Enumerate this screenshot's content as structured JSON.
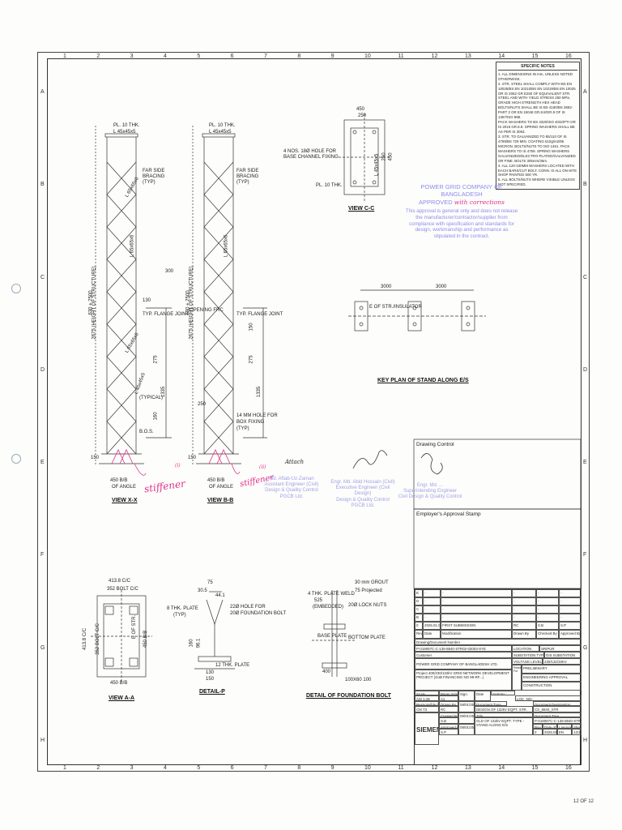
{
  "grid": {
    "numbers": [
      "1",
      "2",
      "3",
      "4",
      "5",
      "6",
      "7",
      "8",
      "9",
      "10",
      "11",
      "12",
      "13",
      "14",
      "15",
      "16"
    ],
    "letters": [
      "A",
      "B",
      "C",
      "D",
      "E",
      "F",
      "G",
      "H"
    ]
  },
  "notes": {
    "header": "SPECIFIC NOTES",
    "items": [
      "1. ALL DIMENSIONS IN mm, UNLESS NOTED OTHERWISE.",
      "2. STR. STEEL SHALL COMPLY WITH BS EN 10025/BS EN 10210/BS EN 10219/BS EN 10025 OR IS 2062 GR E250 OF EQUIVALENT STR. STEEL AND WITH YIELD STRESS 250 MPa.",
      "GRADE HIGH STRENGTH HEX HEAD BOLTS/NUTS SHALL BE IS BS 4190/BS 3692-PART 2 OR EN 15048 GR.8.8/GR.8 OF IS 1367/ISO 898.",
      "PACK WASHERS TO BS 4320/ISO 4032/PTI OR IS 2016 GR.8.8. SPRING WASHERS SHALL BE AS PER IS 3063.",
      "3. STR. TO GALVANIZED TO 85/110 OF IS 4759/BS 729 MIN. COATING 610g/m2/86 MICRON. BOLTS/NUTS TO ISO 1461. PACK WASHERS TO IS 4759. SPRING WASHERS GALVANIZED/ELECTRO-PLATED/GALVANIZED OR FINE. BOLTS 305mm/36m.",
      "4. ALL 120-100MM WASHERS LOCATED WITH EACH BARS/CUT BOLT. CONN. IS ALL ON-SITE SHOP PAINTED 500 YR.",
      "5. ALL BOLTS/NUTS WHERE VISIBLE UNLESS NOT SPECIFIED."
    ]
  },
  "views": {
    "xx": {
      "title": "VIEW X-X",
      "labels": [
        "PL. 10 THK.",
        "L 45x45x5",
        "FAR SIDE BRACING (TYP)",
        "L 65x65x6",
        "L 65x65x6",
        "L 65x65x6",
        "2675 (HEIGHT OF STRUCTURE)",
        "630 + 2500",
        "TYP. FLANGE JOINT",
        "300",
        "130",
        "L 45x45x5",
        "(TYPICAL)",
        "B.O.S.",
        "275",
        "160",
        "1335",
        "150",
        "450 B/B",
        "OF ANGLE"
      ]
    },
    "bb": {
      "title": "VIEW B-B",
      "labels": [
        "PL. 10 THK.",
        "L 45x45x5",
        "FAR SIDE BRACING (TYP)",
        "L 65x65x6",
        "2675 (HEIGHT OF STRUCTURE)",
        "630 + 2500",
        "TYP. FLANGE JOINT",
        "OPENING FRC",
        "BOX FIXING",
        "14 MM HOLE FOR",
        "(TYP)",
        "250",
        "275",
        "150",
        "1335",
        "150",
        "450 B/B",
        "OF ANGLE"
      ]
    },
    "cc": {
      "title": "VIEW C-C",
      "labels": [
        "450",
        "250",
        "4 NOS. 18Ø HOLE FOR BASE CHANNEL FIXING",
        "PL. 10 THK.",
        "L 45x45x5",
        "250",
        "450"
      ]
    },
    "keyplan": {
      "title": "KEY PLAN OF STAND ALONG E/S",
      "dims": [
        "3000",
        "3000"
      ],
      "labels": [
        "E OF STR./INSULATOR"
      ]
    },
    "aa": {
      "title": "VIEW A-A",
      "labels": [
        "413.8 C/C",
        "352 BOLT C/C",
        "413.8 C/C",
        "352 BOLT C/C",
        "450 B/B",
        "450 B/B",
        "E OF STR."
      ]
    },
    "detailp": {
      "title": "DETAIL-P",
      "labels": [
        "75",
        "30.5",
        "44.1",
        "8 THK. PLATE",
        "(TYP)",
        "22Ø HOLE FOR",
        "20Ø FOUNDATION BOLT",
        "160",
        "96.1",
        "12 THK. PLATE",
        "130",
        "150"
      ]
    },
    "fbolt": {
      "title": "DETAIL OF FOUNDATION BOLT",
      "labels": [
        "30 mm GROUT",
        "75 Projected",
        "4 THK. PLATE WELD",
        "525",
        "(EMBEDDED)",
        "20Ø LOCK NUTS",
        "BASE PLATE",
        "BOTTOM PLATE",
        "400",
        "100X60 100"
      ]
    }
  },
  "stamp": {
    "line1": "POWER GRID COMPANY OF BANGLADESH",
    "line2": "APPROVED",
    "handwritten": "with corrections",
    "body": "This approval is general only and does not release the manufacturer/contractor/supplier from compliance with specification and standards for design, workmanship and performance as stipulated in the contract."
  },
  "annotations": {
    "stiffener1": "stiffener",
    "stiffener2": "stiffener",
    "mark1": "(i)",
    "mark2": "(ii)",
    "attach": "Attach"
  },
  "signatures": [
    {
      "name": "Md. Aftab-Uz-Zaman",
      "role": "Assistant Engineer (Civil)",
      "dept": "Design & Quality Control",
      "org": "PGCB Ltd."
    },
    {
      "name": "Engr. Md. Abid Hossain (Civil)",
      "role": "Executive Engineer (Civil Design)",
      "dept": "Design & Quality Control",
      "org": "PGCB Ltd."
    },
    {
      "name": "Engr. Md. ...",
      "role": "Superintending Engineer",
      "dept": "Civil Design & Quality Control",
      "org": ""
    }
  ],
  "control": {
    "drawing_control": "Drawing Control",
    "employer_stamp": "Employer's Approval Stamp"
  },
  "titleblock": {
    "revisions": [
      {
        "rev": "E",
        "date": "-",
        "mod": "-",
        "by": "-",
        "chk": "-",
        "app": "-"
      },
      {
        "rev": "D",
        "date": "-",
        "mod": "-",
        "by": "-",
        "chk": "-",
        "app": "-"
      },
      {
        "rev": "C",
        "date": "-",
        "mod": "-",
        "by": "-",
        "chk": "-",
        "app": "-"
      },
      {
        "rev": "B",
        "date": "-",
        "mod": "-",
        "by": "-",
        "chk": "-",
        "app": "-"
      },
      {
        "rev": "0",
        "date": "2025.01.09",
        "mod": "FIRST SUBMISSION",
        "by": "RC",
        "chk": "S.B",
        "app": "S.P"
      }
    ],
    "rev_headers": [
      "Rev.",
      "Date",
      "Modification",
      "Drawn By",
      "Checked By",
      "Approved By"
    ],
    "drawing_doc_number_label": "Drawing/Document Number",
    "drawing_doc_number": "P-019097C-C-135-8840-STR02-03003-SYE",
    "location_label": "LOCATION",
    "location": "SRIPUR",
    "substation_label": "SUBSTATION TYPE",
    "substation": "GIS SUBSTATION",
    "voltage_label": "VOLTAGE LEVEL",
    "voltage": "230/132/33KV",
    "customer_label": "Customer",
    "customer": "POWER GRID COMPANY OF BANGLADESH LTD.",
    "status": [
      "PRELIMINARY",
      "ENGINEERING APPROVAL",
      "CONSTRUCTION"
    ],
    "status_marker": "Released For",
    "project": "Project 400/230/132kV GRID NETWORK DEVELOPMENT PROJECT (GoB FINANCING NO 99-RF...)",
    "scale_label": "Scale",
    "scale": "AS/ 1:25",
    "paper_label": "Paper Size",
    "paper": "A1",
    "sign_label": "Sign.",
    "date_label": "Date",
    "sap_label": "SAP No.:",
    "sap": "LOC_NO:-",
    "resp_label": "Responsible Dept.",
    "resp": "CM T3",
    "drawnby_label": "Drawn By",
    "drawnby": "RC",
    "drawn_date": "08/01/25",
    "createdby_label": "Created By",
    "createdby": "S.B",
    "createdby_date": "08/01/25",
    "approvedby_label": "Approved By",
    "approvedby": "S.P",
    "approvedby_date": "08/01/25",
    "doctype_label": "Document Type",
    "doctype": "DESIGN OF 132kV EQPT. STR.",
    "docdesig_label": "Document Designation",
    "docdesig": "CS_8840_STR",
    "titletxt_label": "Title",
    "titletxt": "GLD OF 132kV EQPT. TYPE - STAND ALONG E/S",
    "doctree_label": "Document Tree",
    "doctree": "P-019097C-C-135-8840-STR02",
    "rev_label": "Rev.",
    "rev": "0",
    "dateof_label": "Date of issue",
    "dateof": "2025.01.09",
    "lang_label": "Language",
    "lang": "EN",
    "sheet_label": "Sheet",
    "sheet": "12/12",
    "brand": "SIEMENS"
  },
  "page_number": "12 OF 12"
}
